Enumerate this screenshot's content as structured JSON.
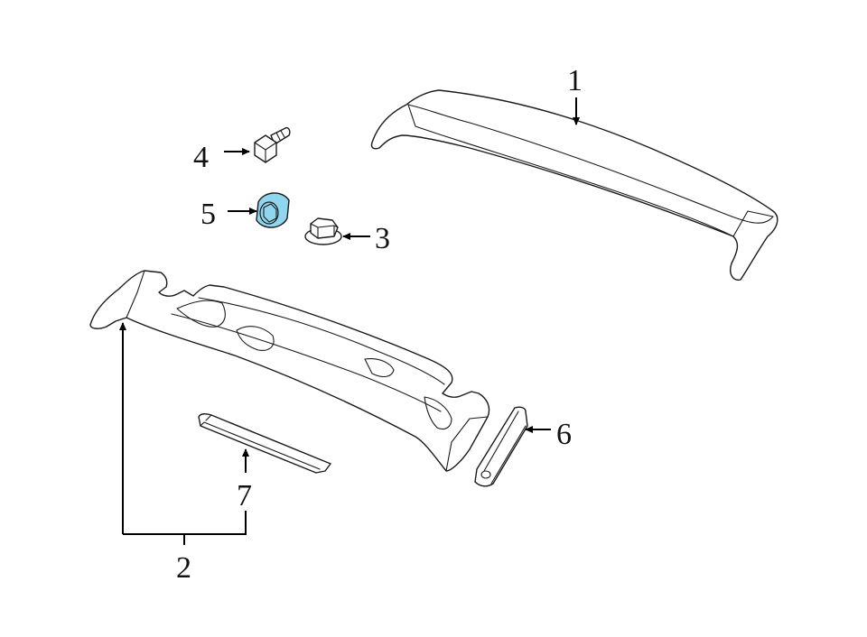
{
  "diagram": {
    "colors": {
      "line": "#1a1a1a",
      "highlight": "#8fd6ee",
      "background": "#ffffff"
    },
    "callouts": [
      {
        "id": "1",
        "label": "1"
      },
      {
        "id": "2",
        "label": "2"
      },
      {
        "id": "3",
        "label": "3"
      },
      {
        "id": "4",
        "label": "4"
      },
      {
        "id": "5",
        "label": "5"
      },
      {
        "id": "6",
        "label": "6"
      },
      {
        "id": "7",
        "label": "7"
      }
    ],
    "highlighted_part": "5"
  }
}
